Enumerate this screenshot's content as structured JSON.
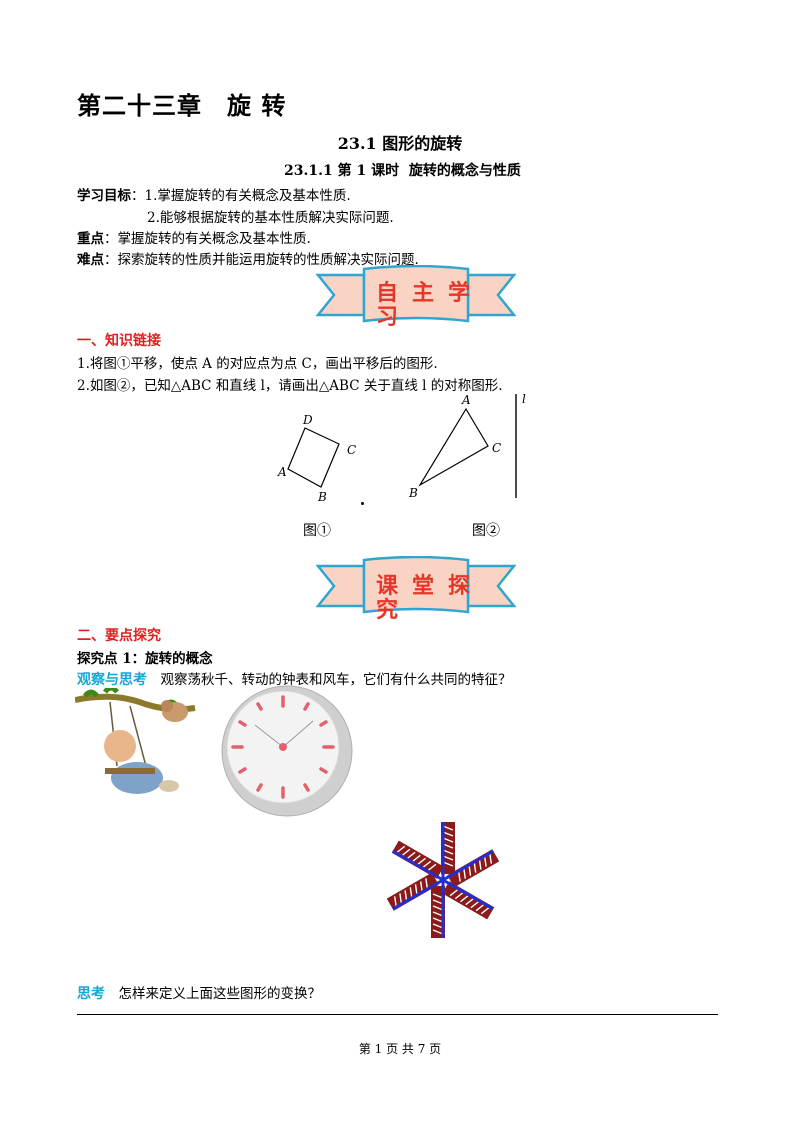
{
  "chapter_title": "第二十三章　旋 转",
  "section_title": "23.1 图形的旋转",
  "lesson_title": "23.1.1 第 1 课时  旋转的概念与性质",
  "objectives": {
    "label": "学习目标",
    "item1": "1.掌握旋转的有关概念及基本性质.",
    "item2": "2.能够根据旋转的基本性质解决实际问题."
  },
  "key_point": {
    "label": "重点",
    "text": "掌握旋转的有关概念及基本性质."
  },
  "difficulty": {
    "label": "难点",
    "text": "探索旋转的性质并能运用旋转的性质解决实际问题."
  },
  "banner1": {
    "line1": "自主学",
    "line2": "习"
  },
  "part1": {
    "heading": "一、知识链接",
    "q1": "1.将图①平移，使点 A 的对应点为点 C，画出平移后的图形.",
    "q2": "2.如图②，已知△ABC 和直线 l，请画出△ABC 关于直线 l 的对称图形."
  },
  "figure1": {
    "caption": "图①",
    "labels": [
      "D",
      "C",
      "A",
      "B"
    ]
  },
  "figure2": {
    "caption": "图②",
    "labels": [
      "A",
      "C",
      "B",
      "l"
    ]
  },
  "banner2": {
    "line1": "课堂探",
    "line2": "究"
  },
  "part2": {
    "heading": "二、要点探究",
    "subheading": "探究点 1：旋转的概念",
    "observe_label": "观察与思考",
    "observe_text": "观察荡秋千、转动的钟表和风车，它们有什么共同的特征？",
    "think_label": "思考",
    "think_text": "怎样来定义上面这些图形的变换？"
  },
  "footer": "第 1 页 共 7 页",
  "colors": {
    "red": "#e02020",
    "cyan": "#18a6d6",
    "banner_fill": "#f9d3c4",
    "banner_border": "#2fa5cf",
    "pinwheel_brown": "#8b1a1a",
    "pinwheel_blue": "#1e2fd6"
  }
}
